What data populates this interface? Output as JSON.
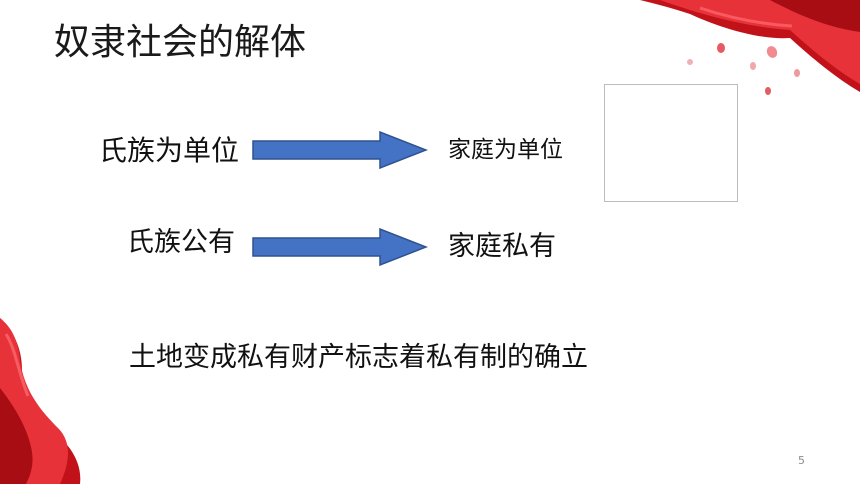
{
  "slide": {
    "title": "奴隶社会的解体",
    "rows": [
      {
        "from": "氏族为单位",
        "to": "家庭为单位"
      },
      {
        "from": "氏族公有",
        "to": "家庭私有"
      }
    ],
    "conclusion": "土地变成私有财产标志着私有制的确立",
    "page_number": "5"
  },
  "colors": {
    "arrow_fill": "#4472c4",
    "arrow_stroke": "#2f528f",
    "ribbon_red": "#d7141d"
  }
}
